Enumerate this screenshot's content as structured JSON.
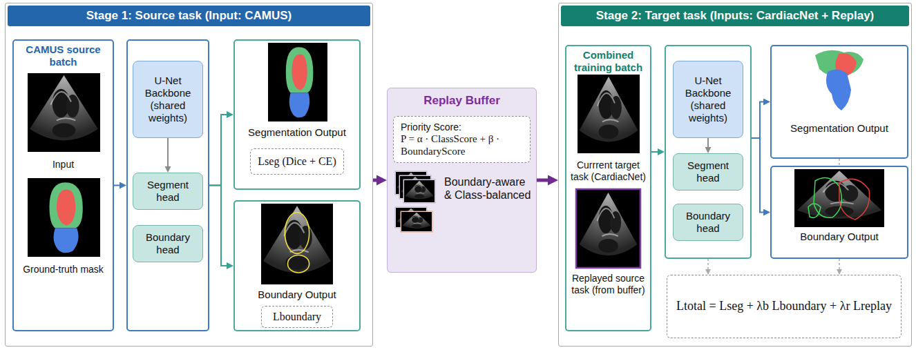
{
  "diagram": {
    "nodes": [
      {
        "text": [
          "Stage 1: Source task (Input: CAMUS)"
        ]
      },
      {
        "text": [
          "CAMUS source batch",
          "Input",
          "Ground-truth mask"
        ],
        "in": 0
      },
      {
        "text": [],
        "in": 0
      },
      {
        "text": [
          "U-Net Backbone (shared weights)"
        ],
        "in": 2
      },
      {
        "text": [
          "Segment head"
        ],
        "in": 2
      },
      {
        "text": [
          "Boundary head"
        ],
        "in": 2
      },
      {
        "text": [
          "Segmentation Output"
        ],
        "in": 0
      },
      {
        "text": [
          "Lseg (Dice + CE)"
        ],
        "in": 6
      },
      {
        "text": [
          "Boundary Output"
        ],
        "in": 0
      },
      {
        "text": [
          "Lboundary"
        ],
        "in": 8
      },
      {
        "text": [
          "Replay Buffer",
          "Boundary-aware & Class-balanced"
        ]
      },
      {
        "text": [
          "Priority Score:",
          "P = α · ClassScore + β · BoundaryScore"
        ],
        "in": 10
      },
      {
        "text": [
          "Stage 2: Target task (Inputs: CardiacNet + Replay)"
        ]
      },
      {
        "text": [
          "Combined training batch",
          "Currrent target task (CardiacNet)",
          "Replayed source task (from buffer)"
        ],
        "in": 12
      },
      {
        "text": [],
        "in": 12
      },
      {
        "text": [
          "U-Net Backbone (shared weights)"
        ],
        "in": 14
      },
      {
        "text": [
          "Segment head"
        ],
        "in": 14
      },
      {
        "text": [
          "Boundary head"
        ],
        "in": 14
      },
      {
        "text": [
          "Segmentation Output"
        ],
        "in": 12
      },
      {
        "text": [
          "Boundary Output"
        ],
        "in": 12
      },
      {
        "text": [
          "Ltotal = Lseg + λb Lboundary + λr Lreplay"
        ],
        "in": 12
      }
    ],
    "edges": [
      {
        "from": 1,
        "to": 2,
        "arrow": "to"
      },
      {
        "from": 3,
        "to": 4,
        "arrow": "to"
      },
      {
        "from": 2,
        "to": 6,
        "arrow": "to"
      },
      {
        "from": 2,
        "to": 8,
        "arrow": "to"
      },
      {
        "from": 0,
        "to": 10,
        "arrow": "to"
      },
      {
        "from": 10,
        "to": 12,
        "arrow": "to"
      },
      {
        "from": 13,
        "to": 14,
        "arrow": "to"
      },
      {
        "from": 15,
        "to": 16,
        "arrow": "to"
      },
      {
        "from": 14,
        "to": 18,
        "arrow": "to"
      },
      {
        "from": 14,
        "to": 19,
        "arrow": "to"
      },
      {
        "from": 18,
        "to": 19,
        "arrow": "none"
      },
      {
        "from": 14,
        "to": 20,
        "arrow": "to"
      },
      {
        "from": 19,
        "to": 20,
        "arrow": "to"
      }
    ]
  }
}
